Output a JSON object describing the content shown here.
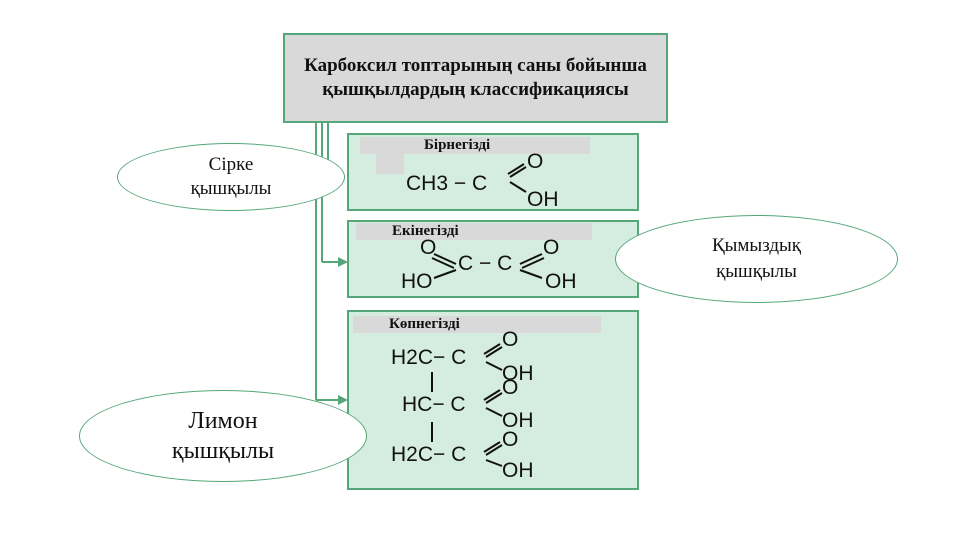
{
  "title": "Карбоксил топтарының саны бойынша қышқылдардың классификациясы",
  "categories": {
    "mono": {
      "label": "Бірнегізді",
      "formula": {
        "left": "CH3 − C",
        "top": "O",
        "bottom": "OH"
      }
    },
    "di": {
      "label": "Екінегізді",
      "formula": {
        "left": "HO",
        "mid": "C − C",
        "topL": "O",
        "topR": "O",
        "right": "OH"
      }
    },
    "poly": {
      "label": "Көпнегізді",
      "rows": [
        {
          "group": "H2C− C",
          "top": "O",
          "bottom": "OH"
        },
        {
          "group": "HC− C",
          "top": "O",
          "bottom": "OH"
        },
        {
          "group": "H2C− C",
          "top": "O",
          "bottom": "OH"
        }
      ]
    }
  },
  "examples": {
    "acetic": "Сірке қышқылы",
    "oxalic": "Қымыздық қышқылы",
    "citric": "Лимон қышқылы"
  },
  "colors": {
    "line": "#55a77a",
    "box_fill": "#d5ece0",
    "title_fill": "#d9d9d9"
  }
}
